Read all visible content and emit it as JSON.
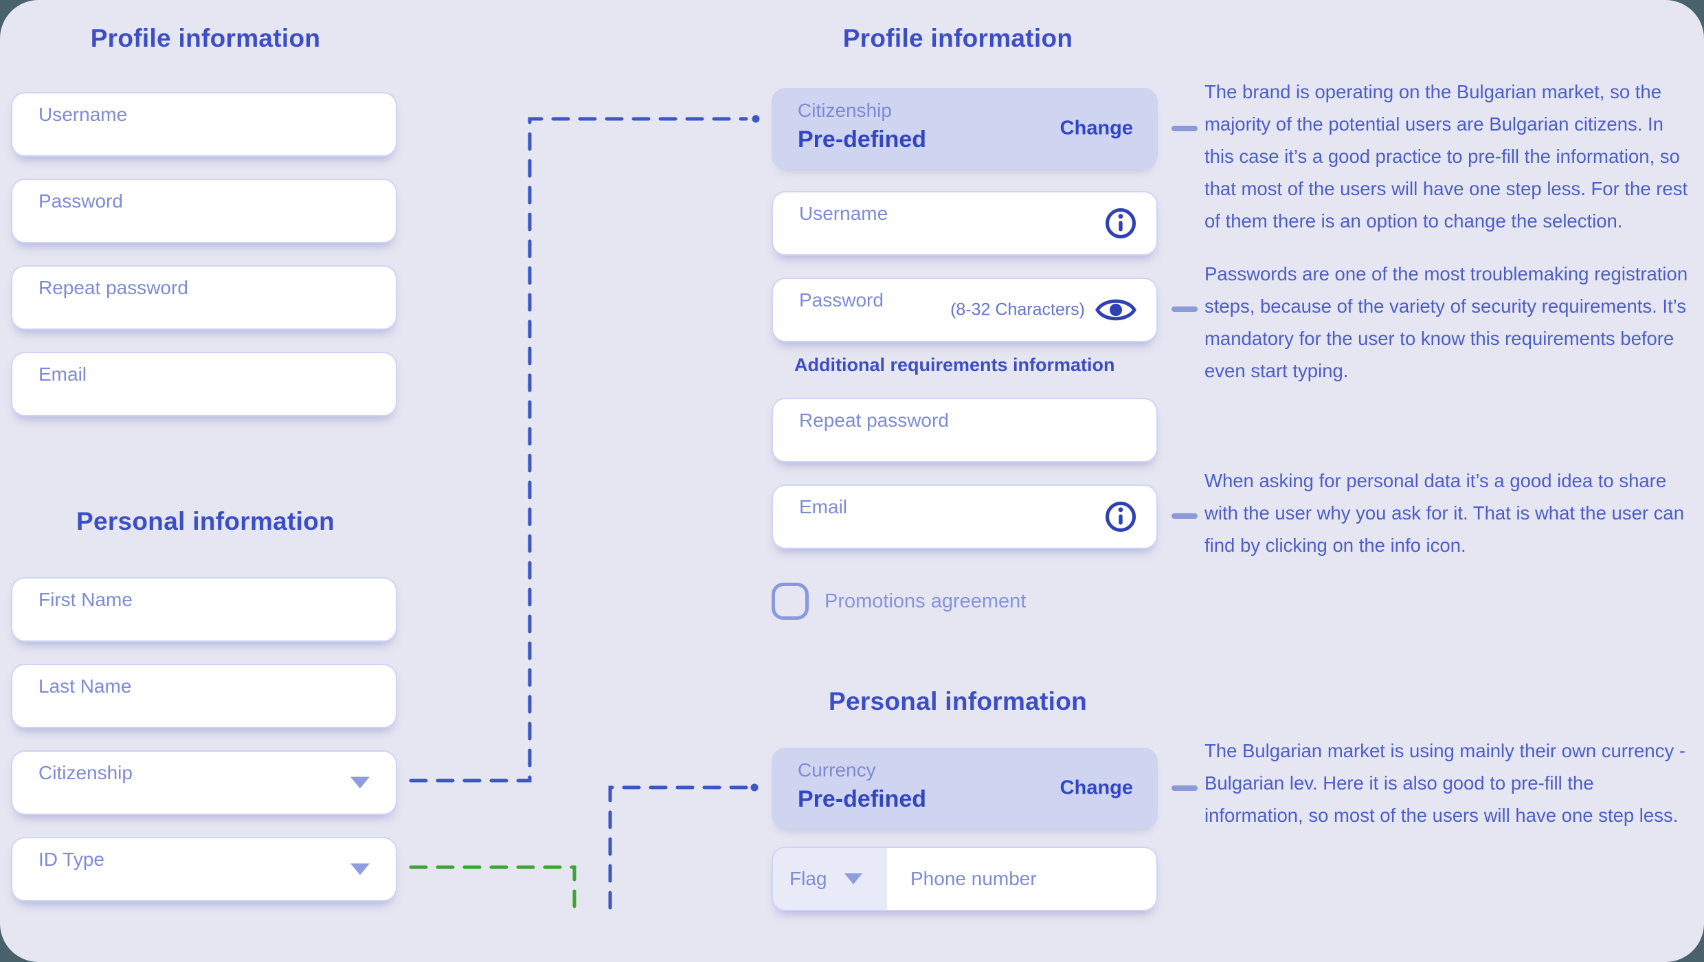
{
  "colors": {
    "background_dark": "#48616b",
    "panel": "#e6e6f2",
    "heading_blue": "#3b4ec5",
    "label_periwinkle": "#7e8bd5",
    "value_blue": "#3246c2",
    "annotation_blue": "#4c5ec8",
    "icon_blue": "#2d40b4",
    "connector_blue": "#3b57c4",
    "connector_green": "#3aa530",
    "card_lavender": "#cfd4f0"
  },
  "left": {
    "profile_heading": "Profile information",
    "fields": [
      {
        "label": "Username"
      },
      {
        "label": "Password"
      },
      {
        "label": "Repeat password"
      },
      {
        "label": "Email"
      }
    ],
    "personal_heading": "Personal information",
    "personal_fields": [
      {
        "label": "First Name"
      },
      {
        "label": "Last Name"
      }
    ],
    "dropdowns": [
      {
        "label": "Citizenship"
      },
      {
        "label": "ID Type"
      }
    ]
  },
  "right": {
    "profile_heading": "Profile information",
    "citizenship_card": {
      "label": "Citizenship",
      "value": "Pre-defined",
      "action": "Change"
    },
    "username": {
      "label": "Username",
      "icon": "info-icon"
    },
    "password": {
      "label": "Password",
      "hint": "(8-32 Characters)",
      "icon": "eye-icon"
    },
    "additional_heading": "Additional requirements information",
    "repeat_password": {
      "label": "Repeat password"
    },
    "email": {
      "label": "Email",
      "icon": "info-icon"
    },
    "promotions": {
      "label": "Promotions agreement",
      "checked": false
    },
    "personal_heading": "Personal information",
    "currency_card": {
      "label": "Currency",
      "value": "Pre-defined",
      "action": "Change"
    },
    "phone": {
      "flag_label": "Flag",
      "placeholder": "Phone number"
    }
  },
  "annotations": [
    {
      "text": "The brand is operating on the Bulgarian market, so the\nmajority of the potential users are Bulgarian citizens. In\nthis case it’s a good practice to pre-fill the information, so\nthat most of the users will have one step less. For the rest\nof them there is an option to change the selection."
    },
    {
      "text": "Passwords are one of the most troublemaking registration\nsteps, because of the variety of security requirements. It’s\nmandatory for the user to know this requirements before\neven start typing."
    },
    {
      "text": "When asking for personal data it’s a good idea to share\nwith the user why you ask for it. That is what the user can\nfind by clicking on the info icon."
    },
    {
      "text": "The Bulgarian market is using mainly their own currency -\nBulgarian lev. Here it is also good to pre-fill the\ninformation, so most of the users will have one step less."
    }
  ]
}
